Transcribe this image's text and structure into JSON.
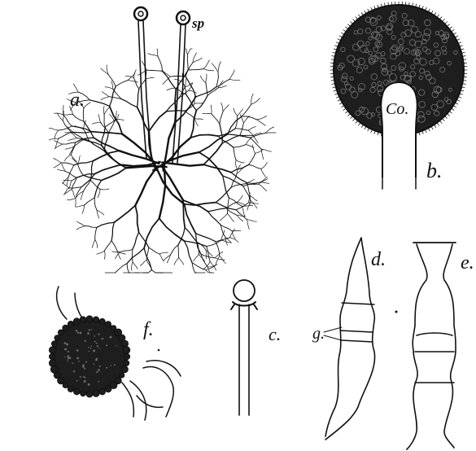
{
  "labels": {
    "a": "a.",
    "sp": "sp",
    "b": "b.",
    "co": "Co.",
    "c": "c.",
    "d": "d.",
    "e": "e.",
    "f": "f.",
    "g": "g."
  },
  "colors": {
    "ink": "#111111",
    "paper": "#ffffff",
    "sporangium_fill": "#1e1e1e"
  }
}
